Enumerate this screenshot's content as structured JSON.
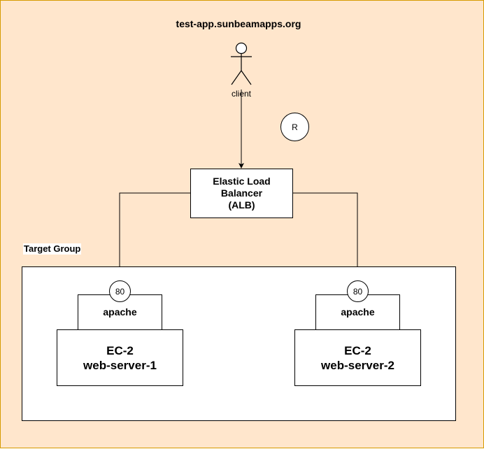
{
  "title": "test-app.sunbeamapps.org",
  "client": {
    "label": "client",
    "icon": "stick-figure-actor"
  },
  "r_marker": "R",
  "load_balancer": {
    "lines": [
      "Elastic Load",
      "Balancer",
      "(ALB)"
    ]
  },
  "target_group": {
    "label": "Target Group",
    "servers": [
      {
        "port": "80",
        "service": "apache",
        "lines": [
          "EC-2",
          "web-server-1"
        ]
      },
      {
        "port": "80",
        "service": "apache",
        "lines": [
          "EC-2",
          "web-server-2"
        ]
      }
    ]
  },
  "colors": {
    "background": "#ffe6cc",
    "border": "#d79b00",
    "stroke": "#000000",
    "shape_fill": "#ffffff"
  }
}
